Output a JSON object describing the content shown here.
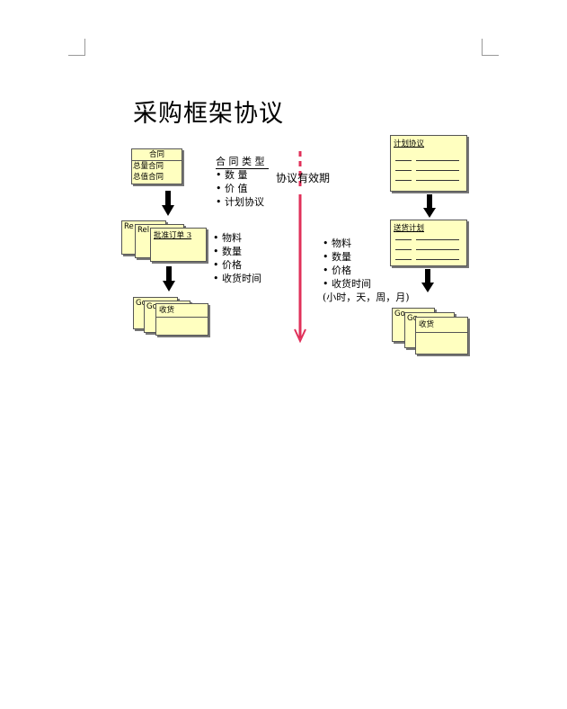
{
  "page": {
    "title": "采购框架协议"
  },
  "left_flow": {
    "contract_card": {
      "header": "合同",
      "items": [
        "总量合同",
        "总值合同"
      ]
    },
    "release_stack": {
      "back_labels": [
        "Re",
        "Rel."
      ],
      "front_label": "批准订单 3"
    },
    "goods_stack": {
      "back_labels": [
        "Go",
        "Go"
      ],
      "front_label": "收货"
    }
  },
  "contract_types": {
    "heading": "合 同 类 型",
    "items": [
      "• 数  量",
      "• 价  值",
      "• 计划协议"
    ]
  },
  "release_attrs": {
    "items": [
      "• 物料",
      "• 数量",
      "• 价格",
      "• 收货时间"
    ]
  },
  "validity": {
    "label": "协议有效期",
    "accent_color": "#e0305a"
  },
  "schedule_attrs": {
    "items": [
      "• 物料",
      "• 数量",
      "• 价格",
      "• 收货时间",
      "(小时，天，周，月)"
    ]
  },
  "right_flow": {
    "plan_card": {
      "header": "计划协议"
    },
    "delivery_card": {
      "header": "送货计划"
    },
    "goods_stack": {
      "back_labels": [
        "Go",
        "Go"
      ],
      "front_label": "收货"
    }
  },
  "colors": {
    "card_fill": "#ffffc0",
    "arrow": "#000000"
  }
}
